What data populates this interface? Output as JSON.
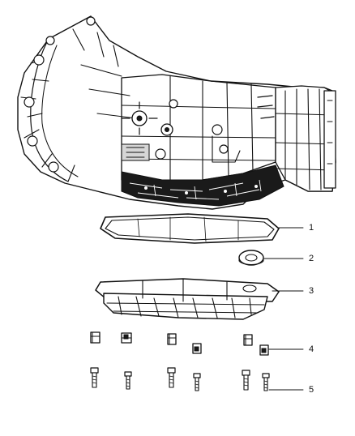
{
  "callouts": {
    "c1": "1",
    "c2": "2",
    "c3": "3",
    "c4": "4",
    "c5": "5"
  },
  "parts": [
    {
      "id": "transmission",
      "icon": "transmission-assembly-icon"
    },
    {
      "id": "1",
      "icon": "pan-gasket-icon"
    },
    {
      "id": "2",
      "icon": "seal-ring-icon"
    },
    {
      "id": "3",
      "icon": "oil-pan-icon"
    },
    {
      "id": "4",
      "icon": "clip-retainer-icon"
    },
    {
      "id": "5",
      "icon": "bolt-icon"
    }
  ]
}
